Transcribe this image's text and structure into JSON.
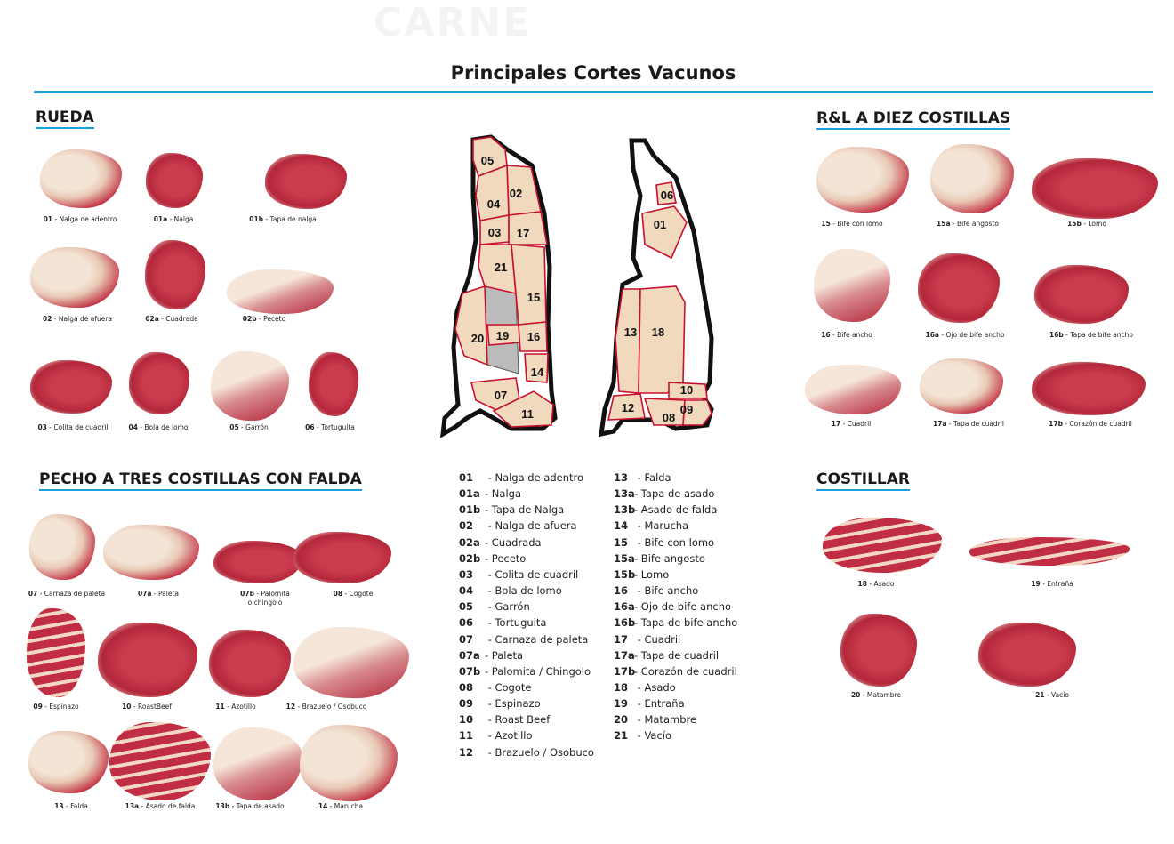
{
  "watermark": "CARNE",
  "title": "Principales Cortes Vacunos",
  "sections": {
    "rueda": {
      "heading": "RUEDA",
      "items": [
        {
          "code": "01",
          "name": "Nalga de adentro"
        },
        {
          "code": "01a",
          "name": "Nalga"
        },
        {
          "code": "01b",
          "name": "Tapa de nalga"
        },
        {
          "code": "02",
          "name": "Nalga de afuera"
        },
        {
          "code": "02a",
          "name": "Cuadrada"
        },
        {
          "code": "02b",
          "name": "Peceto"
        },
        {
          "code": "03",
          "name": "Colita de cuadril"
        },
        {
          "code": "04",
          "name": "Bola de lomo"
        },
        {
          "code": "05",
          "name": "Garrón"
        },
        {
          "code": "06",
          "name": "Tortuguita"
        }
      ]
    },
    "ryl": {
      "heading": "R&L A DIEZ COSTILLAS",
      "items": [
        {
          "code": "15",
          "name": "Bife con lomo"
        },
        {
          "code": "15a",
          "name": "Bife angosto"
        },
        {
          "code": "15b",
          "name": "Lomo"
        },
        {
          "code": "16",
          "name": "Bife ancho"
        },
        {
          "code": "16a",
          "name": "Ojo de bife ancho"
        },
        {
          "code": "16b",
          "name": "Tapa de bife ancho"
        },
        {
          "code": "17",
          "name": "Cuadril"
        },
        {
          "code": "17a",
          "name": "Tapa de cuadril"
        },
        {
          "code": "17b",
          "name": "Corazón de cuadril"
        }
      ]
    },
    "pecho": {
      "heading": "PECHO A TRES COSTILLAS CON FALDA",
      "items": [
        {
          "code": "07",
          "name": "Carnaza de paleta"
        },
        {
          "code": "07a",
          "name": "Paleta"
        },
        {
          "code": "07b",
          "name": "Palomita o chingolo"
        },
        {
          "code": "08",
          "name": "Cogote"
        },
        {
          "code": "09",
          "name": "Espinazo"
        },
        {
          "code": "10",
          "name": "RoastBeef"
        },
        {
          "code": "11",
          "name": "Azotillo"
        },
        {
          "code": "12",
          "name": "Brazuelo / Osobuco"
        },
        {
          "code": "13",
          "name": "Falda"
        },
        {
          "code": "13a",
          "name": "Asado de falda"
        },
        {
          "code": "13b",
          "name": "Tapa de asado"
        },
        {
          "code": "14",
          "name": "Marucha"
        }
      ]
    },
    "costillar": {
      "heading": "COSTILLAR",
      "items": [
        {
          "code": "18",
          "name": "Asado"
        },
        {
          "code": "19",
          "name": "Entraña"
        },
        {
          "code": "20",
          "name": "Matambre"
        },
        {
          "code": "21",
          "name": "Vacío"
        }
      ]
    }
  },
  "diagram": {
    "left": [
      "05",
      "02",
      "04",
      "03",
      "17",
      "21",
      "15",
      "20",
      "19",
      "16",
      "14",
      "07",
      "11"
    ],
    "right": [
      "06",
      "01",
      "13",
      "18",
      "10",
      "12",
      "08",
      "09"
    ]
  },
  "legend": [
    [
      {
        "code": "01",
        "name": "Nalga de adentro"
      },
      {
        "code": "01a",
        "name": "Nalga"
      },
      {
        "code": "01b",
        "name": "Tapa de Nalga"
      },
      {
        "code": "02",
        "name": "Nalga de afuera"
      },
      {
        "code": "02a",
        "name": "Cuadrada"
      },
      {
        "code": "02b",
        "name": "Peceto"
      },
      {
        "code": "03",
        "name": "Colita de cuadril"
      },
      {
        "code": "04",
        "name": "Bola de lomo"
      },
      {
        "code": "05",
        "name": "Garrón"
      },
      {
        "code": "06",
        "name": "Tortuguita"
      },
      {
        "code": "07",
        "name": "Carnaza de paleta"
      },
      {
        "code": "07a",
        "name": "Paleta"
      },
      {
        "code": "07b",
        "name": "Palomita / Chingolo"
      },
      {
        "code": "08",
        "name": "Cogote"
      },
      {
        "code": "09",
        "name": "Espinazo"
      },
      {
        "code": "10",
        "name": "Roast Beef"
      },
      {
        "code": "11",
        "name": "Azotillo"
      },
      {
        "code": "12",
        "name": "Brazuelo / Osobuco"
      }
    ],
    [
      {
        "code": "13",
        "name": "Falda"
      },
      {
        "code": "13a",
        "name": "Tapa de asado"
      },
      {
        "code": "13b",
        "name": "Asado de falda"
      },
      {
        "code": "14",
        "name": "Marucha"
      },
      {
        "code": "15",
        "name": "Bife con lomo"
      },
      {
        "code": "15a",
        "name": "Bife angosto"
      },
      {
        "code": "15b",
        "name": "Lomo"
      },
      {
        "code": "16",
        "name": "Bife ancho"
      },
      {
        "code": "16a",
        "name": "Ojo de bife ancho"
      },
      {
        "code": "16b",
        "name": "Tapa de bife ancho"
      },
      {
        "code": "17",
        "name": "Cuadril"
      },
      {
        "code": "17a",
        "name": "Tapa de cuadril"
      },
      {
        "code": "17b",
        "name": "Corazón de cuadril"
      },
      {
        "code": "18",
        "name": "Asado"
      },
      {
        "code": "19",
        "name": "Entraña"
      },
      {
        "code": "20",
        "name": "Matambre"
      },
      {
        "code": "21",
        "name": "Vacío"
      }
    ]
  ],
  "colors": {
    "accent": "#1ba1e2",
    "region_stroke": "#c8102e",
    "region_fill": "#f0d9bd"
  }
}
